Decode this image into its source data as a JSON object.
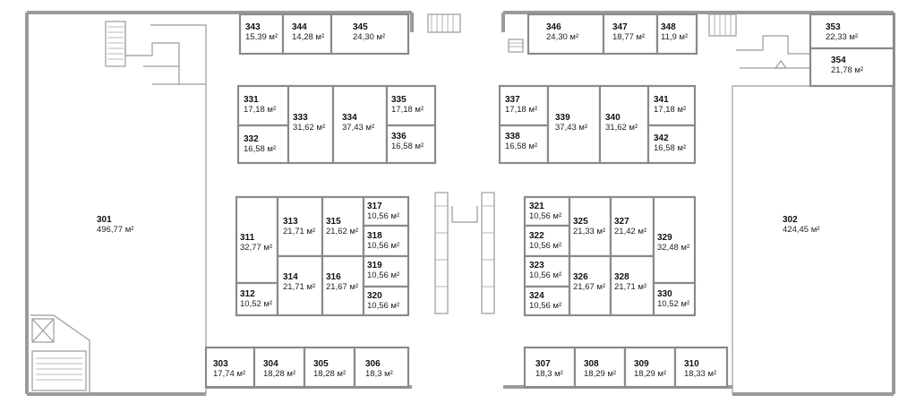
{
  "plan": {
    "rooms": [
      {
        "id": "343",
        "num": "343",
        "area": "15,39 м²"
      },
      {
        "id": "344",
        "num": "344",
        "area": "14,28 м²"
      },
      {
        "id": "345",
        "num": "345",
        "area": "24,30 м²"
      },
      {
        "id": "346",
        "num": "346",
        "area": "24,30 м²"
      },
      {
        "id": "347",
        "num": "347",
        "area": "18,77 м²"
      },
      {
        "id": "348",
        "num": "348",
        "area": "11,9 м²"
      },
      {
        "id": "353",
        "num": "353",
        "area": "22,33 м²"
      },
      {
        "id": "354",
        "num": "354",
        "area": "21,78 м²"
      },
      {
        "id": "331",
        "num": "331",
        "area": "17,18 м²"
      },
      {
        "id": "332",
        "num": "332",
        "area": "16,58 м²"
      },
      {
        "id": "333",
        "num": "333",
        "area": "31,62 м²"
      },
      {
        "id": "334",
        "num": "334",
        "area": "37,43 м²"
      },
      {
        "id": "335",
        "num": "335",
        "area": "17,18 м²"
      },
      {
        "id": "336",
        "num": "336",
        "area": "16,58 м²"
      },
      {
        "id": "337",
        "num": "337",
        "area": "17,18 м²"
      },
      {
        "id": "338",
        "num": "338",
        "area": "16,58 м²"
      },
      {
        "id": "339",
        "num": "339",
        "area": "37,43 м²"
      },
      {
        "id": "340",
        "num": "340",
        "area": "31,62 м²"
      },
      {
        "id": "341",
        "num": "341",
        "area": "17,18 м²"
      },
      {
        "id": "342",
        "num": "342",
        "area": "16,58 м²"
      },
      {
        "id": "301",
        "num": "301",
        "area": "496,77 м²"
      },
      {
        "id": "302",
        "num": "302",
        "area": "424,45 м²"
      },
      {
        "id": "311",
        "num": "311",
        "area": "32,77 м²"
      },
      {
        "id": "312",
        "num": "312",
        "area": "10,52 м²"
      },
      {
        "id": "313",
        "num": "313",
        "area": "21,71 м²"
      },
      {
        "id": "314",
        "num": "314",
        "area": "21,71 м²"
      },
      {
        "id": "315",
        "num": "315",
        "area": "21,62 м²"
      },
      {
        "id": "316",
        "num": "316",
        "area": "21,67 м²"
      },
      {
        "id": "317",
        "num": "317",
        "area": "10,56 м²"
      },
      {
        "id": "318",
        "num": "318",
        "area": "10,56 м²"
      },
      {
        "id": "319",
        "num": "319",
        "area": "10,56 м²"
      },
      {
        "id": "320",
        "num": "320",
        "area": "10,56 м²"
      },
      {
        "id": "321",
        "num": "321",
        "area": "10,56 м²"
      },
      {
        "id": "322",
        "num": "322",
        "area": "10,56 м²"
      },
      {
        "id": "323",
        "num": "323",
        "area": "10,56 м²"
      },
      {
        "id": "324",
        "num": "324",
        "area": "10,56 м²"
      },
      {
        "id": "325",
        "num": "325",
        "area": "21,33 м²"
      },
      {
        "id": "326",
        "num": "326",
        "area": "21,67 м²"
      },
      {
        "id": "327",
        "num": "327",
        "area": "21,42 м²"
      },
      {
        "id": "328",
        "num": "328",
        "area": "21,71 м²"
      },
      {
        "id": "329",
        "num": "329",
        "area": "32,48 м²"
      },
      {
        "id": "330",
        "num": "330",
        "area": "10,52 м²"
      },
      {
        "id": "303",
        "num": "303",
        "area": "17,74 м²"
      },
      {
        "id": "304",
        "num": "304",
        "area": "18,28 м²"
      },
      {
        "id": "305",
        "num": "305",
        "area": "18,28 м²"
      },
      {
        "id": "306",
        "num": "306",
        "area": "18,3 м²"
      },
      {
        "id": "307",
        "num": "307",
        "area": "18,3 м²"
      },
      {
        "id": "308",
        "num": "308",
        "area": "18,29 м²"
      },
      {
        "id": "309",
        "num": "309",
        "area": "18,29 м²"
      },
      {
        "id": "310",
        "num": "310",
        "area": "18,33 м²"
      }
    ]
  }
}
